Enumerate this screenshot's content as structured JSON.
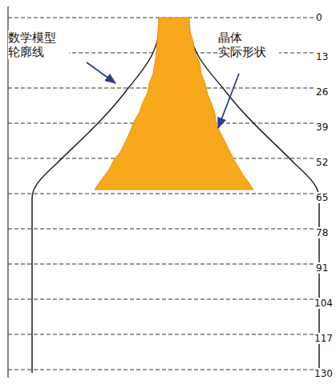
{
  "diagram": {
    "labels": [
      "数学模型 轮廓线",
      "晶体 实际形状",
      "0",
      "13",
      "26",
      "39",
      "52",
      "65",
      "78",
      "91",
      "104",
      "117",
      "130"
    ]
  }
}
